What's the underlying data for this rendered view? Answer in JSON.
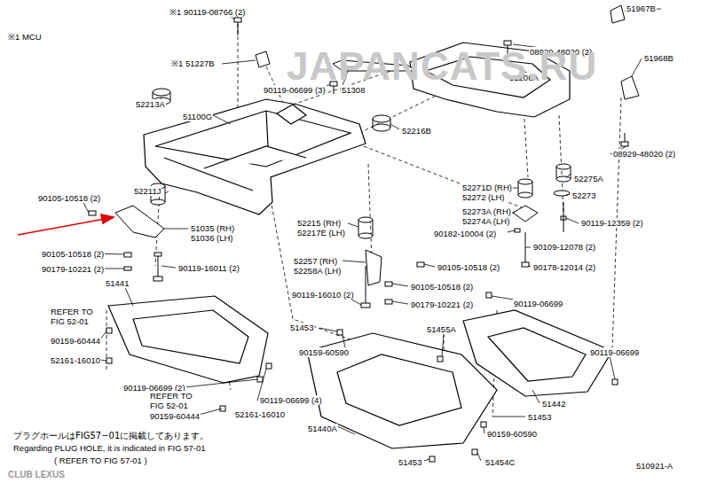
{
  "diagram": {
    "labels": [
      "※1 MCU",
      "※1 90119-08766 (2)",
      "51967B",
      "08929-48020 (2)",
      "51206A",
      "51968B",
      "※1 51227B",
      "90119-06699 (3)",
      "51308",
      "52213A",
      "51100G",
      "52216B",
      "08929-48020 (2)",
      "52275A",
      "52211J",
      "90105-10518 (2)",
      "52271D (RH)",
      "52272 (LH)",
      "52273",
      "52273A (RH)",
      "52274A (LH)",
      "90119-12359 (2)",
      "51035 (RH)",
      "51036 (LH)",
      "52215 (RH)",
      "52217E (LH)",
      "90182-10004 (2)",
      "90109-12078 (2)",
      "90105-10518 (2)",
      "90179-10221 (2)",
      "90119-16011 (2)",
      "52257 (RH)",
      "52258A (LH)",
      "90105-10518 (2)",
      "90178-12014 (2)",
      "90105-10518 (2)",
      "90119-16010 (2)",
      "90179-10221 (2)",
      "51441",
      "REFER TO",
      "FIG 52-01",
      "90159-60444",
      "52161-16010",
      "90119-06699",
      "51453",
      "51455A",
      "90119-06699 (2)",
      "90159-60590",
      "90119-06699",
      "REFER TO",
      "FIG 52-01",
      "90119-06699 (4)",
      "90159-60444",
      "52161-16010",
      "51453",
      "51442",
      "51440A",
      "90159-60590",
      "51453",
      "51454C",
      "プラグホールはFIG57−01に掲載してあります。",
      "Regarding PLUG HOLE, it is indicated in FIG 57-01",
      "( REFER TO FIG 57-01 )",
      "510921-A",
      "JAPANCATS.RU",
      "CLUB LEXUS"
    ]
  }
}
